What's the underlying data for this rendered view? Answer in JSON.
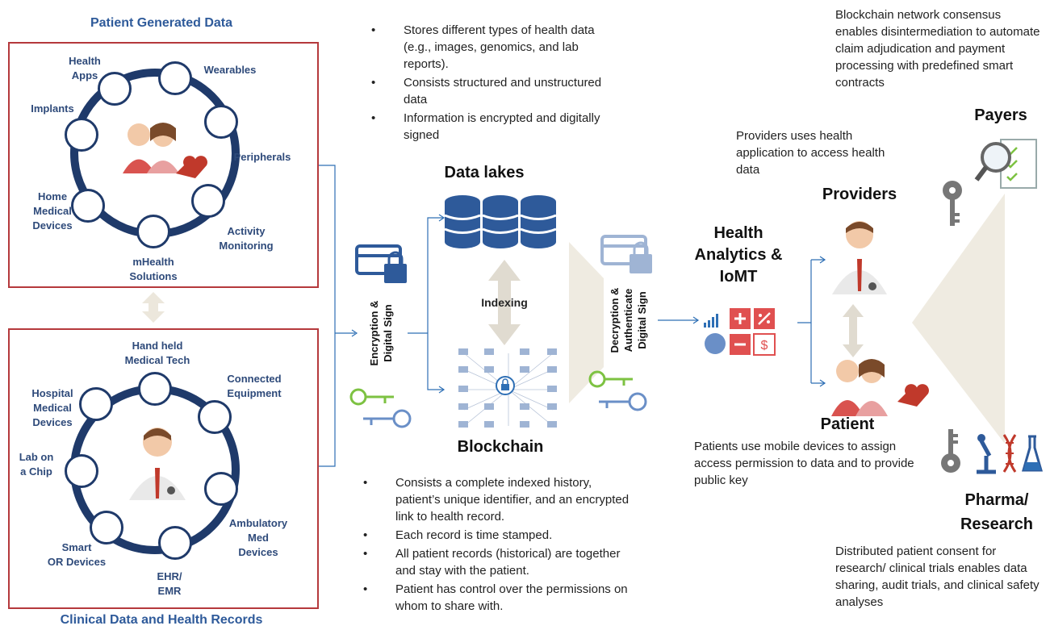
{
  "patient_generated": {
    "title": "Patient Generated Data",
    "items": {
      "health_apps": "Health\nApps",
      "wearables": "Wearables",
      "implants": "Implants",
      "peripherals": "Peripherals",
      "home_medical": "Home\nMedical\nDevices",
      "activity": "Activity\nMonitoring",
      "mhealth": "mHealth\nSolutions"
    }
  },
  "clinical": {
    "title": "Clinical Data and Health Records",
    "items": {
      "handheld": "Hand held\nMedical Tech",
      "connected": "Connected\nEquipment",
      "hospital": "Hospital\nMedical\nDevices",
      "lab_chip": "Lab on\na Chip",
      "ambulatory": "Ambulatory\nMed\nDevices",
      "smart_or": "Smart\nOR Devices",
      "ehr": "EHR/\nEMR"
    }
  },
  "encryption_label": "Encryption &\nDigital Sign",
  "decryption_label": "Decryption &\nAuthenticate\nDigital Sign",
  "data_lakes": {
    "title": "Data lakes",
    "bullets": [
      "Stores different types of health data (e.g., images, genomics, and lab reports).",
      "Consists structured and unstructured data",
      "Information is encrypted and digitally signed"
    ]
  },
  "indexing": "Indexing",
  "blockchain": {
    "title": "Blockchain",
    "bullets": [
      "Consists a complete indexed history, patient’s unique identifier, and an encrypted link to health record.",
      "Each record is time stamped.",
      "All patient records (historical) are together and stay with the patient.",
      "Patient has control over the permissions on whom to share with."
    ]
  },
  "analytics": "Health\nAnalytics &\nIoMT",
  "providers": {
    "title": "Providers",
    "desc": "Providers uses health application to access health data"
  },
  "patient": {
    "title": "Patient",
    "desc": "Patients use mobile devices to assign access permission to data and to provide public key"
  },
  "payers": {
    "title": "Payers",
    "desc": "Blockchain network consensus enables disintermediation to automate claim adjudication and payment processing with predefined smart contracts"
  },
  "pharma": {
    "title": "Pharma/\nResearch",
    "desc": "Distributed patient consent for research/ clinical trials enables data sharing, audit trials, and clinical safety analyses"
  },
  "colors": {
    "box_border": "#b5393c",
    "navy": "#1f3a6a",
    "accent_blue": "#2e5a9a",
    "light_blue": "#9fb4d4",
    "beige": "#ece7dc",
    "red": "#c0392b",
    "key_green": "#7dc242",
    "key_blue": "#6a8fc7"
  }
}
